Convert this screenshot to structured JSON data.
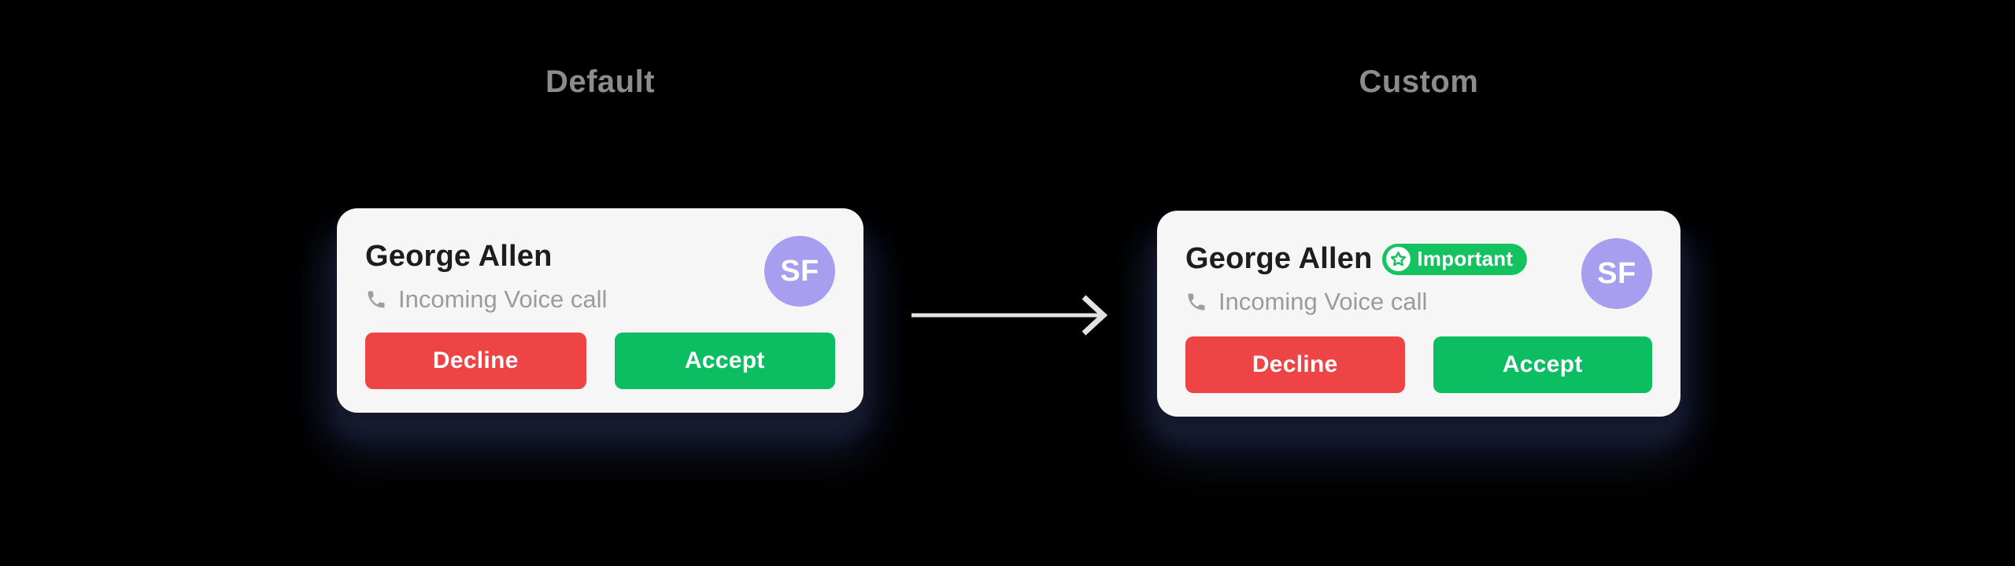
{
  "panels": [
    {
      "label": "Default",
      "card": {
        "caller_name": "George Allen",
        "call_status": "Incoming Voice call",
        "avatar_initials": "SF",
        "decline_label": "Decline",
        "accept_label": "Accept"
      }
    },
    {
      "label": "Custom",
      "card": {
        "caller_name": "George Allen",
        "badge_label": "Important",
        "call_status": "Incoming Voice call",
        "avatar_initials": "SF",
        "decline_label": "Decline",
        "accept_label": "Accept"
      }
    }
  ],
  "icons": {
    "phone": "phone-icon",
    "star": "star-icon",
    "arrow": "arrow-right-icon"
  },
  "colors": {
    "page_bg": "#000000",
    "label_gray": "#8c8c8c",
    "card_bg": "#f6f6f7",
    "title": "#1d1d1f",
    "subtitle": "#9b9b9b",
    "icon_gray": "#9e9e9e",
    "avatar_bg": "#a89ef0",
    "decline_bg": "#ef4445",
    "accept_bg": "#0cbd62",
    "badge_bg": "#14c35f",
    "arrow_gray": "#e3e3e3",
    "shadow_core": "#15182a"
  }
}
